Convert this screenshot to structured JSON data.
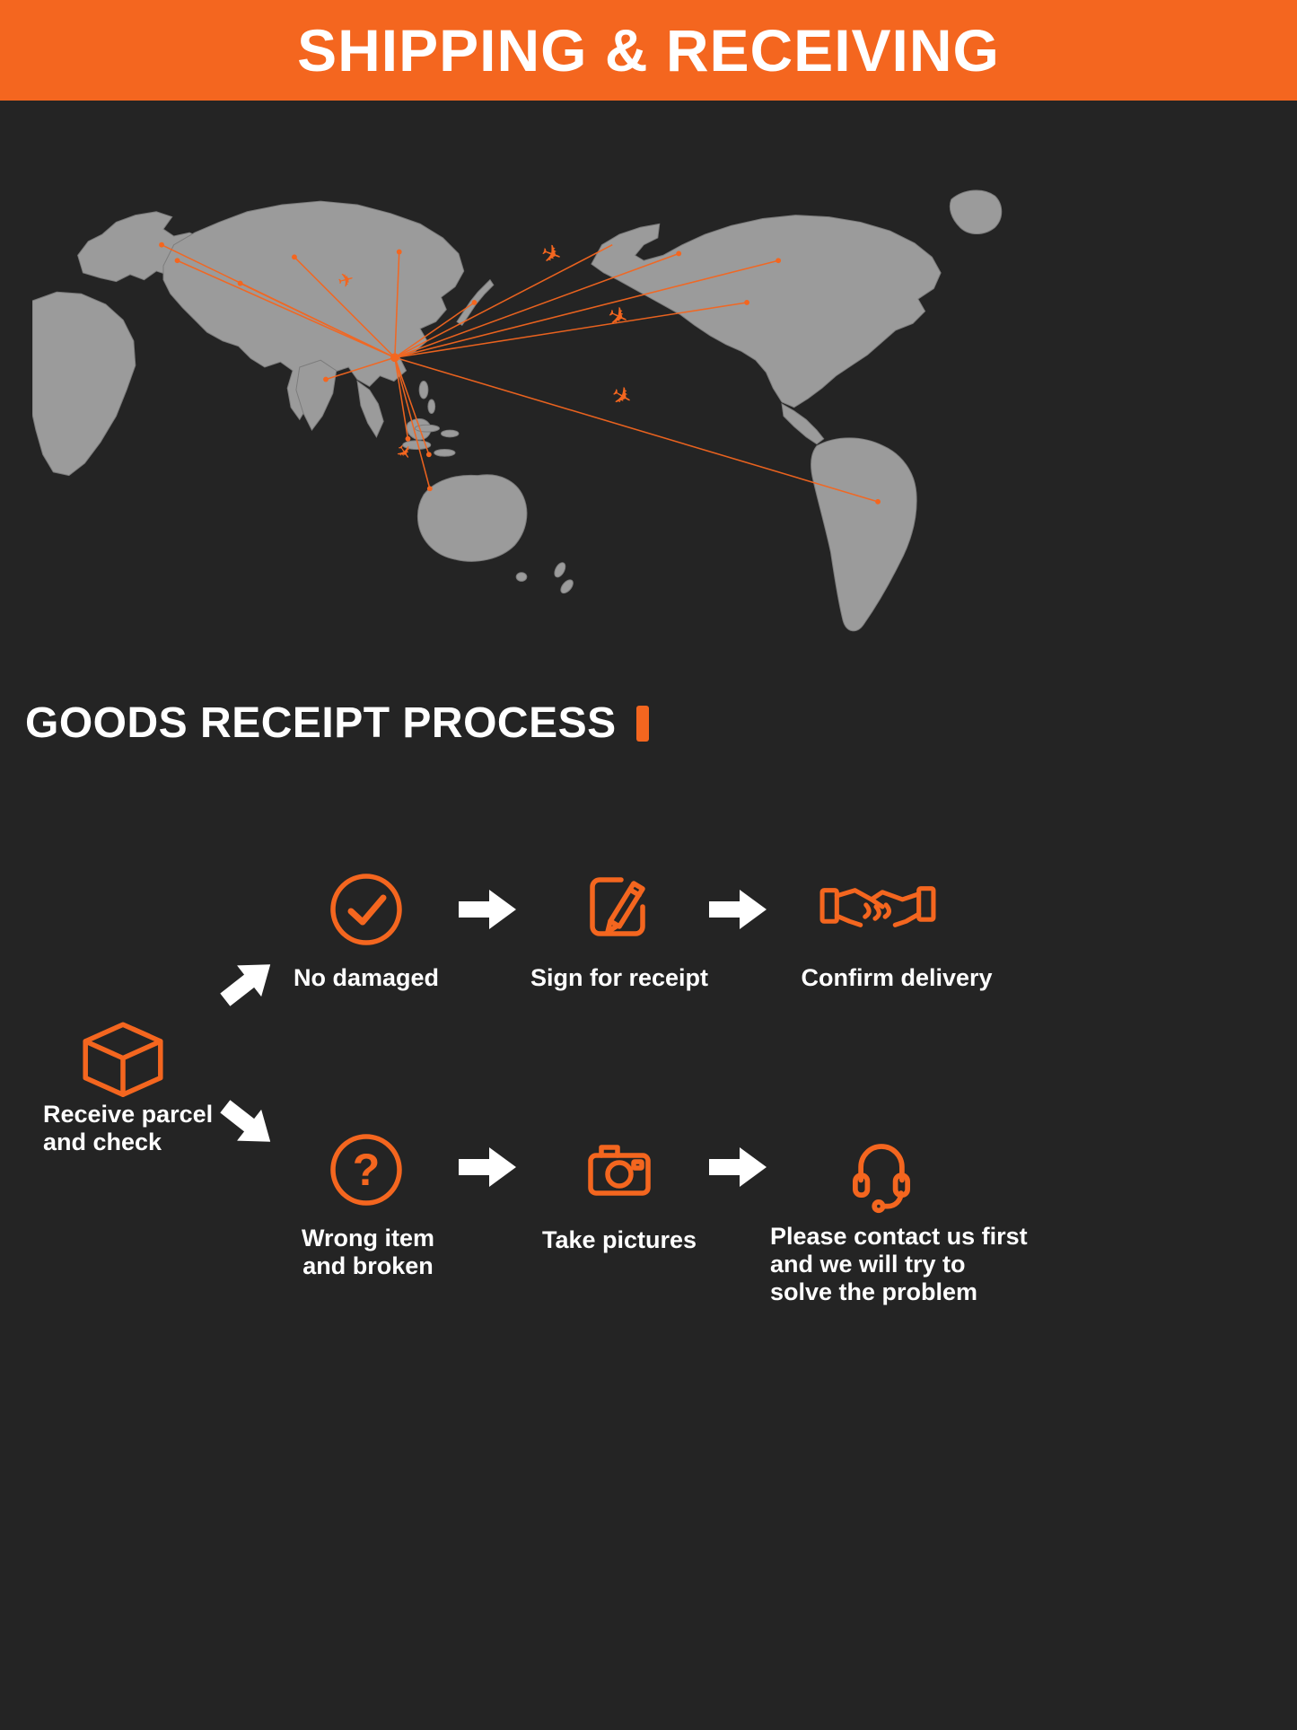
{
  "banner": {
    "title": "SHIPPING & RECEIVING"
  },
  "colors": {
    "accent": "#f4661f",
    "background": "#242424",
    "map_land": "#9b9b9b",
    "text": "#ffffff"
  },
  "section": {
    "heading": "GOODS RECEIPT PROCESS"
  },
  "icons": {
    "question_glyph": "?",
    "plane_glyph": "✈"
  },
  "flow": {
    "start": {
      "icon": "parcel-box-icon",
      "lines": [
        "Receive parcel",
        "and check"
      ]
    },
    "top": {
      "step1": {
        "icon": "check-circle-icon",
        "label": "No damaged"
      },
      "step2": {
        "icon": "sign-receipt-icon",
        "label": "Sign for receipt"
      },
      "step3": {
        "icon": "handshake-icon",
        "label": "Confirm delivery"
      }
    },
    "bottom": {
      "step1": {
        "icon": "question-circle-icon",
        "lines": [
          "Wrong item",
          "and broken"
        ]
      },
      "step2": {
        "icon": "camera-icon",
        "label": "Take pictures"
      },
      "step3": {
        "icon": "headset-icon",
        "lines": [
          "Please contact us  first",
          "and we will try to",
          "solve the problem"
        ]
      }
    }
  }
}
